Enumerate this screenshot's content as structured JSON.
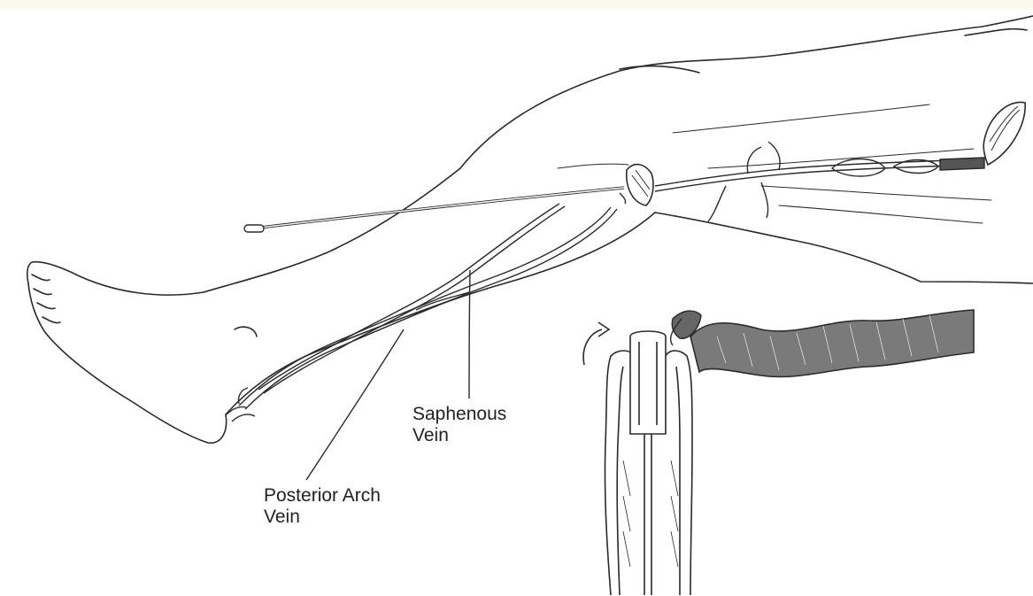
{
  "labels": {
    "saphenous": {
      "line1": "Saphenous",
      "line2": "Vein"
    },
    "posterior_arch": {
      "line1": "Posterior Arch",
      "line2": "Vein"
    }
  },
  "colors": {
    "ink": "#2a2a2a",
    "background": "#ffffff",
    "header_strip": "#fbf8ec"
  }
}
